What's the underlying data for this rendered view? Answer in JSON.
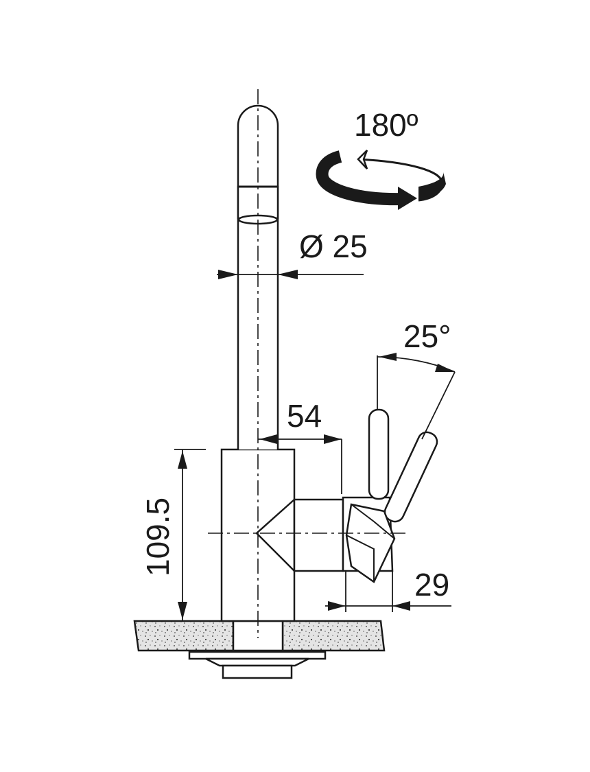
{
  "dimensions": {
    "rotation": "180º",
    "diameter": "Ø 25",
    "lever_angle": "25°",
    "spout_offset": "54",
    "base_height": "109.5",
    "lever_width": "29"
  },
  "colors": {
    "line": "#1a1a1a",
    "background": "#ffffff",
    "countertop_fill": "#e6e6e6"
  }
}
